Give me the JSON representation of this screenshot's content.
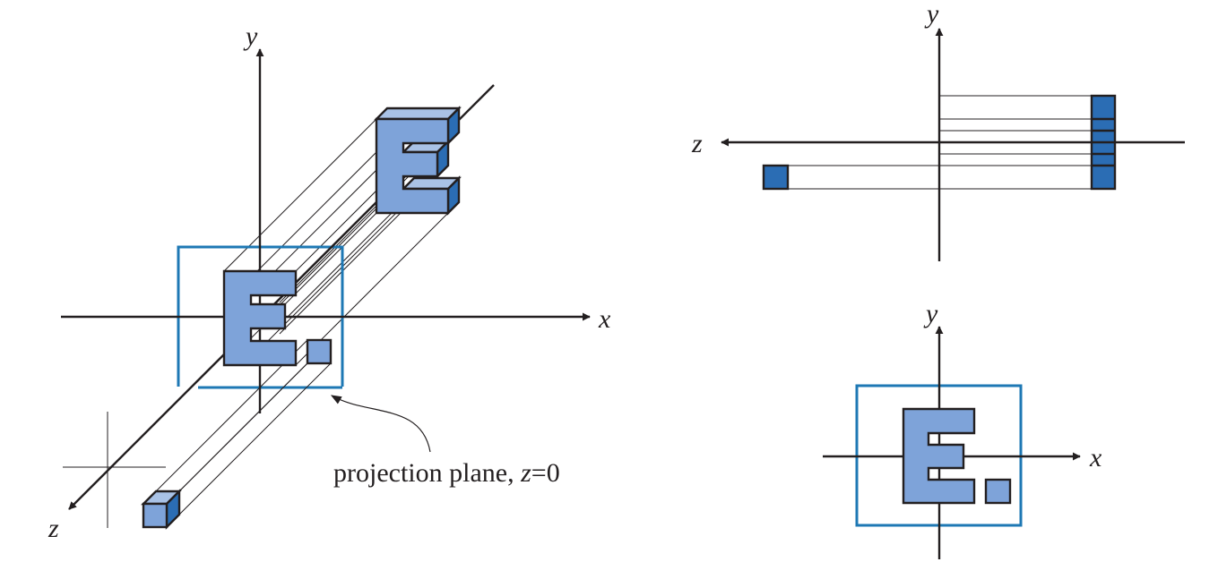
{
  "axes": {
    "x": "x",
    "y": "y",
    "z": "z"
  },
  "caption": {
    "prefix": "projection plane, ",
    "var": "z",
    "suffix": "=0"
  },
  "colors": {
    "front_face": "#7ea3d9",
    "side_face": "#2b6db4",
    "top_face": "#a9c2e6",
    "plane": "#1e78b4",
    "ink": "#231f20"
  },
  "icons": [
    "arrow-head",
    "leader-arrow"
  ]
}
